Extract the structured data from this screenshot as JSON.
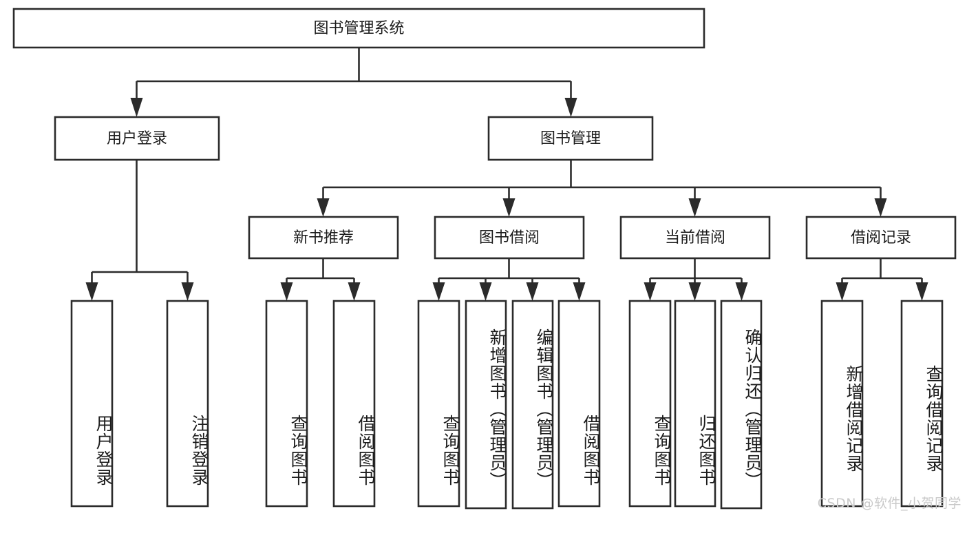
{
  "diagram": {
    "type": "tree",
    "title": "图书管理系统",
    "root": {
      "id": "root",
      "label": "图书管理系统",
      "orientation": "horizontal"
    },
    "level2": [
      {
        "id": "user-login",
        "label": "用户登录",
        "orientation": "horizontal"
      },
      {
        "id": "book-manage",
        "label": "图书管理",
        "orientation": "horizontal"
      }
    ],
    "level3": [
      {
        "id": "new-book-rec",
        "label": "新书推荐",
        "parent": "book-manage",
        "orientation": "horizontal"
      },
      {
        "id": "book-borrow",
        "label": "图书借阅",
        "parent": "book-manage",
        "orientation": "horizontal"
      },
      {
        "id": "current-borrow",
        "label": "当前借阅",
        "parent": "book-manage",
        "orientation": "horizontal"
      },
      {
        "id": "borrow-record",
        "label": "借阅记录",
        "parent": "book-manage",
        "orientation": "horizontal"
      }
    ],
    "leaves": [
      {
        "id": "leaf-user-login",
        "label": "用户登录",
        "parent": "user-login",
        "orientation": "vertical"
      },
      {
        "id": "leaf-logout-login",
        "label": "注销登录",
        "parent": "user-login",
        "orientation": "vertical"
      },
      {
        "id": "leaf-query-book-rec",
        "label": "查询图书",
        "parent": "new-book-rec",
        "orientation": "vertical"
      },
      {
        "id": "leaf-borrow-book-rec",
        "label": "借阅图书",
        "parent": "new-book-rec",
        "orientation": "vertical"
      },
      {
        "id": "leaf-query-book-borrow",
        "label": "查询图书",
        "parent": "book-borrow",
        "orientation": "vertical"
      },
      {
        "id": "leaf-add-book",
        "label": "新增图书（管理员）",
        "parent": "book-borrow",
        "orientation": "vertical"
      },
      {
        "id": "leaf-edit-book",
        "label": "编辑图书（管理员）",
        "parent": "book-borrow",
        "orientation": "vertical"
      },
      {
        "id": "leaf-borrow-book",
        "label": "借阅图书",
        "parent": "book-borrow",
        "orientation": "vertical"
      },
      {
        "id": "leaf-query-book-cur",
        "label": "查询图书",
        "parent": "current-borrow",
        "orientation": "vertical"
      },
      {
        "id": "leaf-return-book",
        "label": "归还图书",
        "parent": "current-borrow",
        "orientation": "vertical"
      },
      {
        "id": "leaf-confirm-return",
        "label": "确认归还（管理员）",
        "parent": "current-borrow",
        "orientation": "vertical"
      },
      {
        "id": "leaf-add-record",
        "label": "新增借阅记录",
        "parent": "borrow-record",
        "orientation": "vertical"
      },
      {
        "id": "leaf-query-record",
        "label": "查询借阅记录",
        "parent": "borrow-record",
        "orientation": "vertical"
      }
    ],
    "colors": {
      "box_border": "#2b2b2b",
      "box_fill": "#ffffff",
      "text": "#1c1c1c",
      "connector": "#2b2b2b",
      "watermark": "#c9c9c9",
      "background": "#ffffff"
    }
  },
  "watermark": {
    "text": "CSDN @软件_小贺同学"
  }
}
